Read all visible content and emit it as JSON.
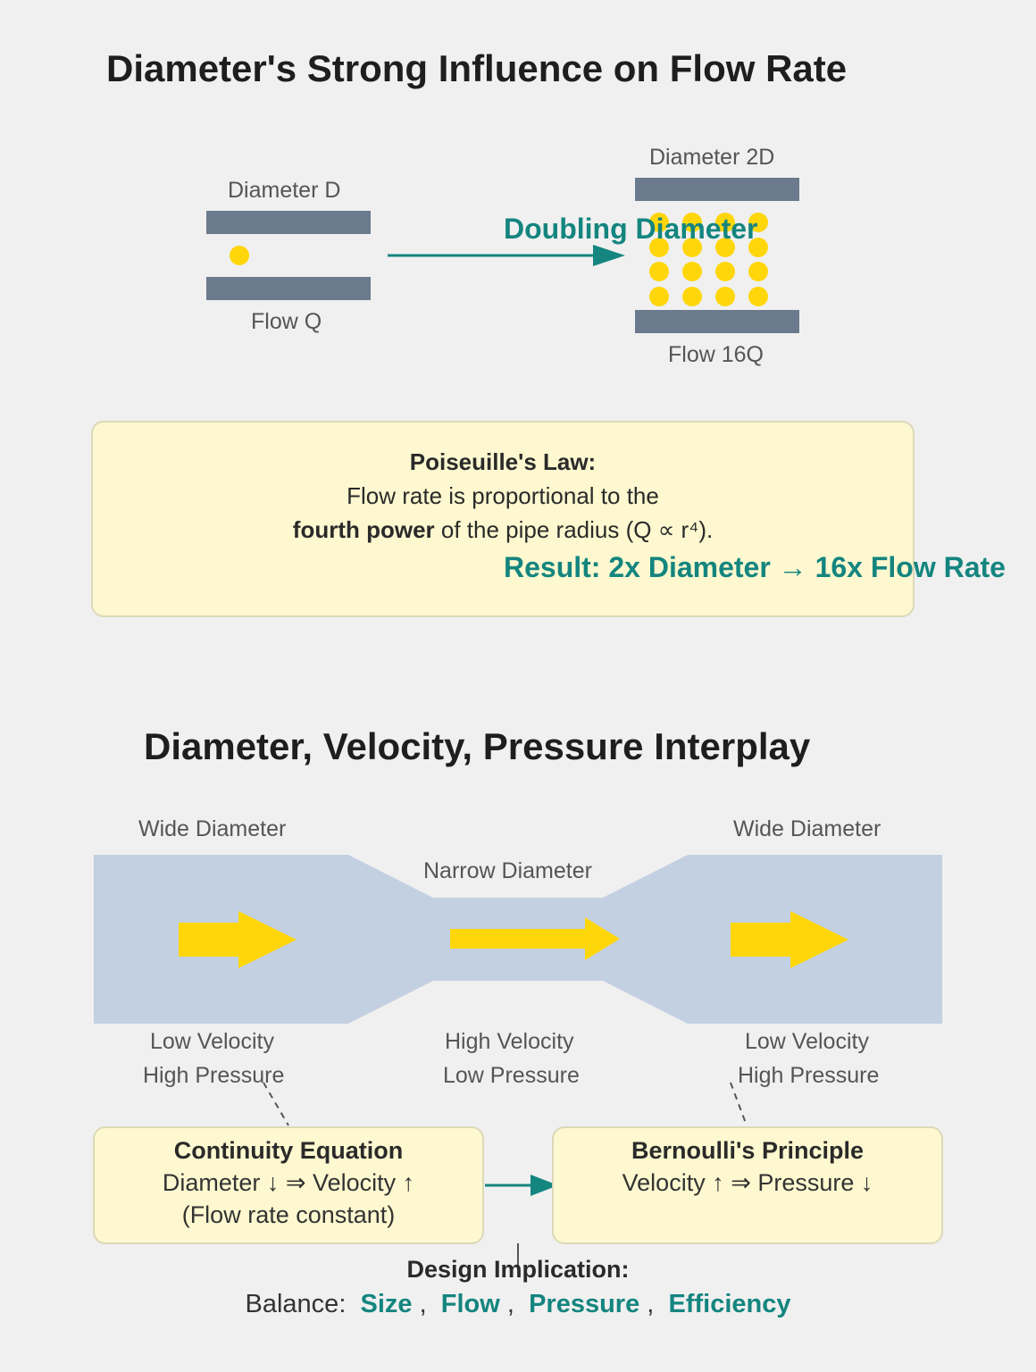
{
  "section1": {
    "title": "Diameter's Strong Influence on Flow Rate",
    "small_pipe": {
      "label_top": "Diameter D",
      "label_bottom": "Flow Q"
    },
    "big_pipe": {
      "label_top": "Diameter 2D",
      "label_bottom": "Flow 16Q"
    },
    "arrow_label": "Doubling Diameter",
    "law_box": {
      "heading": "Poiseuille's Law:",
      "line1": "Flow rate is proportional to the",
      "line2_bold": "fourth power",
      "line2_rest": " of the pipe radius (Q ∝ r⁴).",
      "result": "Result: 2x Diameter → 16x Flow Rate"
    }
  },
  "section2": {
    "title": "Diameter, Velocity, Pressure Interplay",
    "left": {
      "top": "Wide Diameter",
      "velocity": "Low Velocity",
      "pressure": "High Pressure"
    },
    "middle": {
      "top": "Narrow Diameter",
      "velocity": "High Velocity",
      "pressure": "Low Pressure"
    },
    "right": {
      "top": "Wide Diameter",
      "velocity": "Low Velocity",
      "pressure": "High Pressure"
    },
    "continuity": {
      "title": "Continuity Equation",
      "line1": "Diameter ↓ ⇒ Velocity ↑",
      "line2": "(Flow rate constant)"
    },
    "bernoulli": {
      "title": "Bernoulli's Principle",
      "line1": "Velocity ↑ ⇒ Pressure ↓"
    },
    "design": {
      "title": "Design Implication:",
      "prefix": "Balance:",
      "items": [
        "Size",
        "Flow",
        "Pressure",
        "Efficiency"
      ],
      "separator": ","
    }
  },
  "colors": {
    "pipe_wall": "#6b7a8c",
    "particle": "#ffd60a",
    "teal": "#14857f",
    "pipe_fill": "#c3d0e2",
    "box_fill": "#fdf8cf"
  }
}
